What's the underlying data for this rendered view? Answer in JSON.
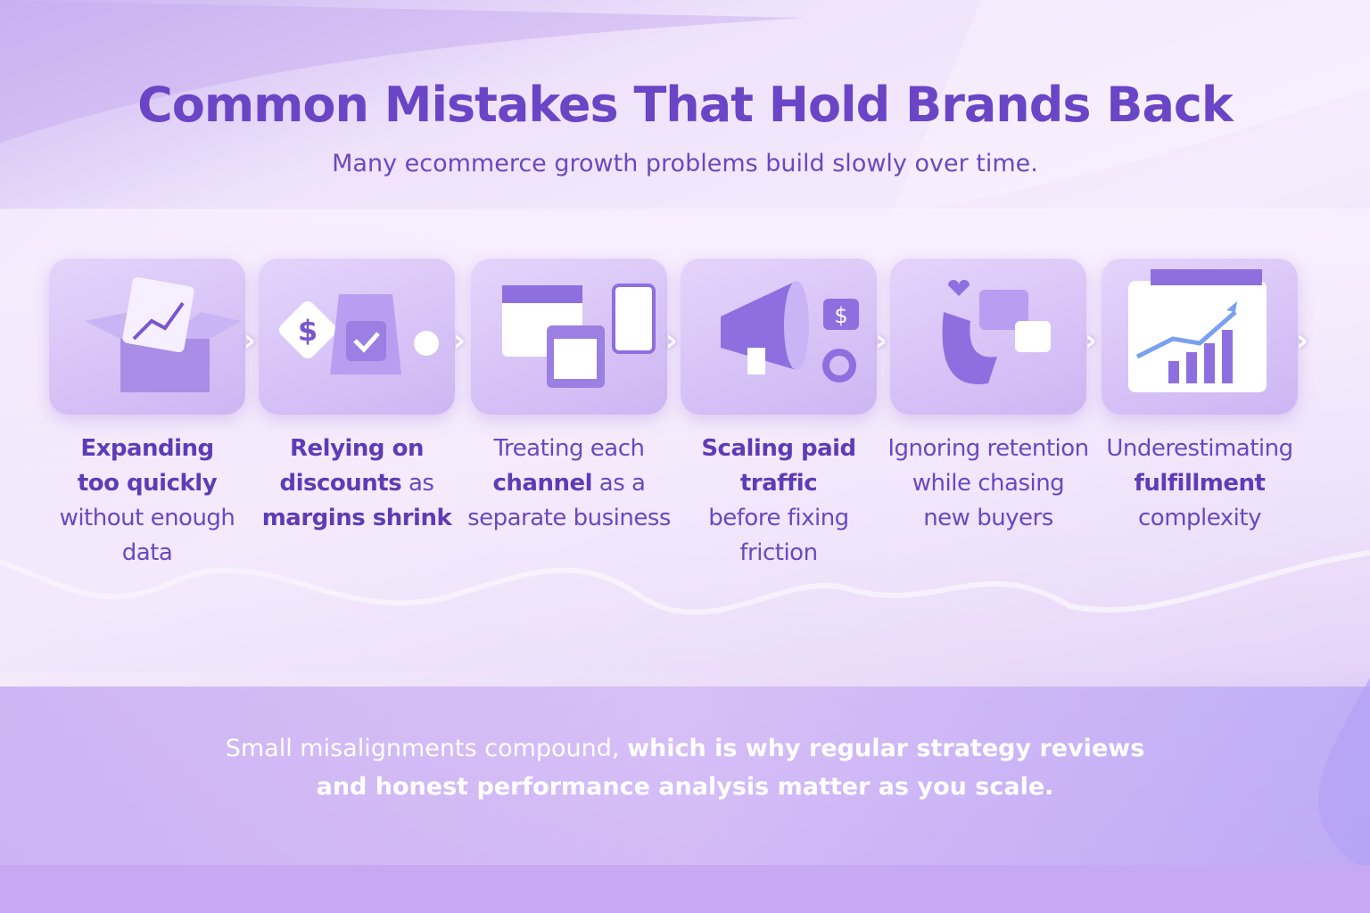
{
  "header": {
    "title": "Common Mistakes That Hold Brands Back",
    "subtitle": "Many ecommerce growth problems build slowly over time."
  },
  "steps": [
    {
      "icon": "open-box-icon",
      "lines": [
        [
          {
            "t": "Expanding",
            "b": true
          }
        ],
        [
          {
            "t": "too quickly",
            "b": true
          }
        ],
        [
          {
            "t": "without enough",
            "b": false
          }
        ],
        [
          {
            "t": "data",
            "b": false
          }
        ]
      ]
    },
    {
      "icon": "discount-tag-shirt-icon",
      "lines": [
        [
          {
            "t": "Relying on",
            "b": true
          }
        ],
        [
          {
            "t": "discounts",
            "b": true
          },
          {
            "t": " as",
            "b": false
          }
        ],
        [
          {
            "t": "margins shrink",
            "b": true
          }
        ]
      ]
    },
    {
      "icon": "multichannel-store-icon",
      "lines": [
        [
          {
            "t": "Treating each",
            "b": false
          }
        ],
        [
          {
            "t": "channel",
            "b": true
          },
          {
            "t": " as a",
            "b": false
          }
        ],
        [
          {
            "t": "separate business",
            "b": false
          }
        ]
      ]
    },
    {
      "icon": "megaphone-icon",
      "lines": [
        [
          {
            "t": "Scaling paid",
            "b": true
          }
        ],
        [
          {
            "t": "traffic",
            "b": true
          }
        ],
        [
          {
            "t": "before fixing",
            "b": false
          }
        ],
        [
          {
            "t": "friction",
            "b": false
          }
        ]
      ]
    },
    {
      "icon": "magnet-retention-icon",
      "lines": [
        [
          {
            "t": "Ignoring retention",
            "b": false
          }
        ],
        [
          {
            "t": "while chasing",
            "b": false
          }
        ],
        [
          {
            "t": "new buyers",
            "b": false
          }
        ]
      ]
    },
    {
      "icon": "growth-dashboard-icon",
      "lines": [
        [
          {
            "t": "Underestimating",
            "b": false
          }
        ],
        [
          {
            "t": "fulfillment",
            "b": true
          }
        ],
        [
          {
            "t": "complexity",
            "b": false
          }
        ]
      ]
    }
  ],
  "footer": {
    "part1": "Small misalignments compound, ",
    "part2": "which is why regular strategy reviews",
    "line2": "and honest performance analysis matter as you scale."
  }
}
